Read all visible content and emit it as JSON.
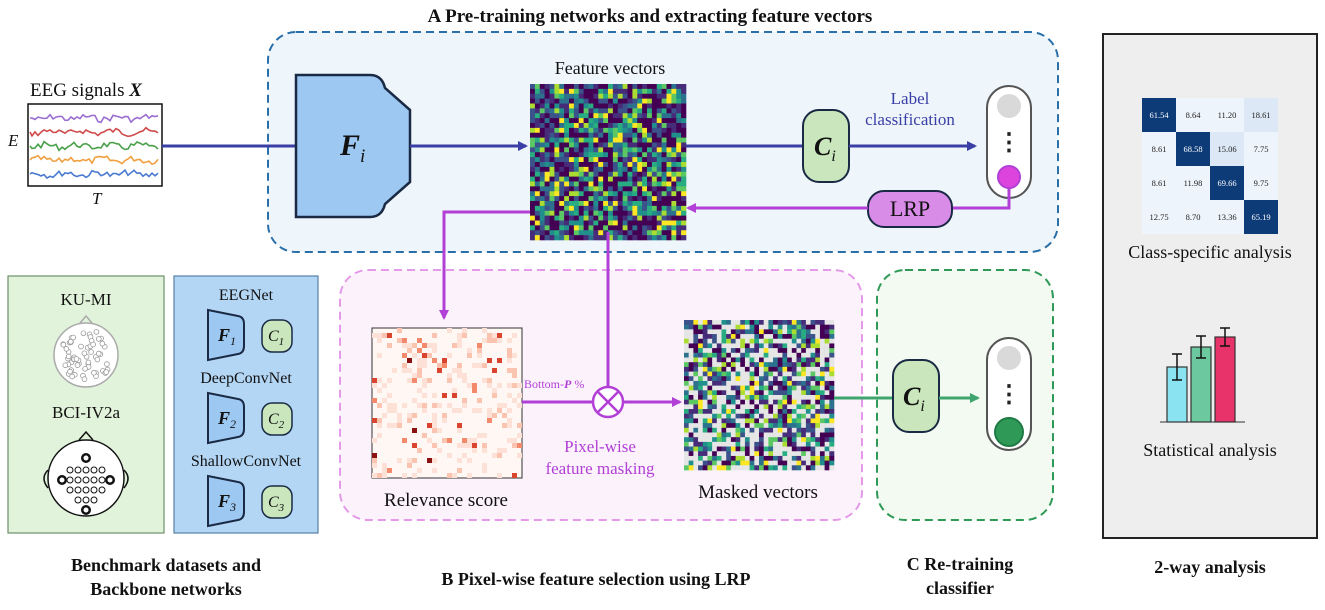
{
  "colors": {
    "blue_arrow": "#3a3fa6",
    "purple_arrow": "#b23fd6",
    "green_arrow": "#3fa56e",
    "extractor_fill": "#9dc8f2",
    "classifier_fill": "#c9e6bd",
    "lrp_fill": "#d98be8",
    "panel_a_border": "#2a6fa8",
    "panel_b_border": "#e49ae8",
    "panel_c_border": "#2f9a58",
    "cm_dark": "#0d3b78",
    "bar_colors": [
      "#8ae3f0",
      "#6cc89e",
      "#e8336a"
    ]
  },
  "sections": {
    "a_title": "A  Pre-training networks and extracting feature vectors",
    "b_title": "B  Pixel-wise feature selection  using LRP",
    "c_title_line1": "C  Re-training",
    "c_title_line2": "classifier",
    "analysis_title": "2-way analysis",
    "benchmark_line1": "Benchmark datasets and",
    "benchmark_line2": "Backbone networks"
  },
  "eeg": {
    "title": "EEG signals ",
    "title_var": "X",
    "axis_e": "E",
    "axis_t": "T"
  },
  "blocks": {
    "extractor_symbol": "F",
    "extractor_sub": "i",
    "classifier_symbol": "C",
    "classifier_sub": "i",
    "lrp": "LRP",
    "feature_vectors": "Feature vectors",
    "label_classification_line1": "Label",
    "label_classification_line2": "classification",
    "relevance_score": "Relevance score",
    "masked_vectors": "Masked vectors",
    "bottom_p": "Bottom-",
    "bottom_p_var": "P",
    "bottom_p_pct": " %",
    "pixel_masking_line1": "Pixel-wise",
    "pixel_masking_line2": "feature masking",
    "output_dots": "⋮"
  },
  "datasets": [
    "KU-MI",
    "BCI-IV2a"
  ],
  "backbones": [
    {
      "name": "EEGNet",
      "f": "F",
      "f_sub": "1",
      "c": "C",
      "c_sub": "1"
    },
    {
      "name": "DeepConvNet",
      "f": "F",
      "f_sub": "2",
      "c": "C",
      "c_sub": "2"
    },
    {
      "name": "ShallowConvNet",
      "f": "F",
      "f_sub": "3",
      "c": "C",
      "c_sub": "3"
    }
  ],
  "confusion_matrix": {
    "values": [
      [
        "61.54",
        "8.64",
        "11.20",
        "18.61"
      ],
      [
        "8.61",
        "68.58",
        "15.06",
        "7.75"
      ],
      [
        "8.61",
        "11.98",
        "69.66",
        "9.75"
      ],
      [
        "12.75",
        "8.70",
        "13.36",
        "65.19"
      ]
    ],
    "caption": "Class-specific analysis"
  },
  "bar_chart": {
    "values": [
      0.55,
      0.75,
      0.85
    ],
    "errors": [
      0.13,
      0.11,
      0.09
    ],
    "caption": "Statistical analysis"
  }
}
